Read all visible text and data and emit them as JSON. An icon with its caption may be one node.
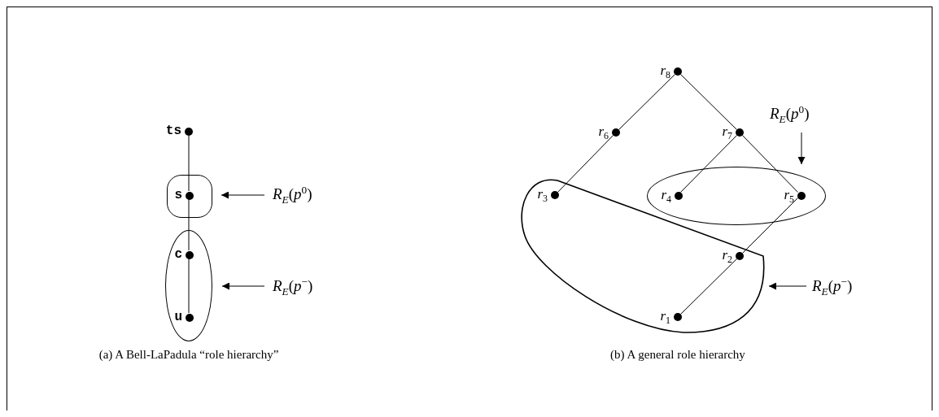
{
  "diagram": {
    "nodes": [
      {
        "text": [],
        "shape": "circle",
        "beside": [
          "ts"
        ]
      },
      {
        "text": [],
        "shape": "ellipse"
      },
      {
        "text": [],
        "shape": "circle",
        "beside": [
          "s"
        ],
        "in": 1
      },
      {
        "text": [],
        "shape": "ellipse"
      },
      {
        "text": [],
        "shape": "circle",
        "beside": [
          "c"
        ],
        "in": 3
      },
      {
        "text": [],
        "shape": "circle",
        "beside": [
          "u"
        ],
        "in": 3
      },
      {
        "text": [
          "*R*$_{E}$(*p*$^{0}$)"
        ]
      },
      {
        "text": [
          "*R*$_{E}$(*p*$^{−}$)"
        ]
      },
      {
        "text": [],
        "shape": "circle",
        "beside": [
          "*r*$_{8}$"
        ]
      },
      {
        "text": [],
        "shape": "circle",
        "beside": [
          "*r*$_{6}$"
        ]
      },
      {
        "text": [],
        "shape": "circle",
        "beside": [
          "*r*$_{7}$"
        ]
      },
      {
        "text": [
          "*R*$_{E}$(*p*$^{0}$)"
        ]
      },
      {
        "text": [],
        "shape": "ellipse"
      },
      {
        "text": [],
        "shape": "circle",
        "beside": [
          "*r*$_{4}$"
        ],
        "in": 12
      },
      {
        "text": [],
        "shape": "circle",
        "beside": [
          "*r*$_{5}$"
        ],
        "in": 12
      },
      {
        "text": [],
        "shape": "loop"
      },
      {
        "text": [],
        "shape": "circle",
        "beside": [
          "*r*$_{3}$"
        ],
        "in": 15
      },
      {
        "text": [],
        "shape": "circle",
        "beside": [
          "*r*$_{2}$"
        ],
        "in": 15
      },
      {
        "text": [],
        "shape": "circle",
        "beside": [
          "*r*$_{1}$"
        ],
        "in": 15
      },
      {
        "text": [
          "*R*$_{E}$(*p*$^{−}$)"
        ]
      }
    ],
    "edges": [
      {
        "from": 0,
        "to": 2,
        "arrow": "none"
      },
      {
        "from": 2,
        "to": 4,
        "arrow": "none"
      },
      {
        "from": 4,
        "to": 5,
        "arrow": "none"
      },
      {
        "from": 6,
        "to": 1,
        "arrow": "to"
      },
      {
        "from": 7,
        "to": 3,
        "arrow": "to"
      },
      {
        "from": 8,
        "to": 9,
        "arrow": "none"
      },
      {
        "from": 8,
        "to": 10,
        "arrow": "none"
      },
      {
        "from": 9,
        "to": 16,
        "arrow": "none"
      },
      {
        "from": 10,
        "to": 13,
        "arrow": "none"
      },
      {
        "from": 10,
        "to": 14,
        "arrow": "none"
      },
      {
        "from": 14,
        "to": 17,
        "arrow": "none"
      },
      {
        "from": 17,
        "to": 18,
        "arrow": "none"
      },
      {
        "from": 11,
        "to": 12,
        "arrow": "to"
      },
      {
        "from": 19,
        "to": 15,
        "arrow": "to"
      }
    ],
    "labels": [
      "(a) A Bell-LaPadula “role hierarchy”",
      "(b) A general role hierarchy"
    ]
  }
}
